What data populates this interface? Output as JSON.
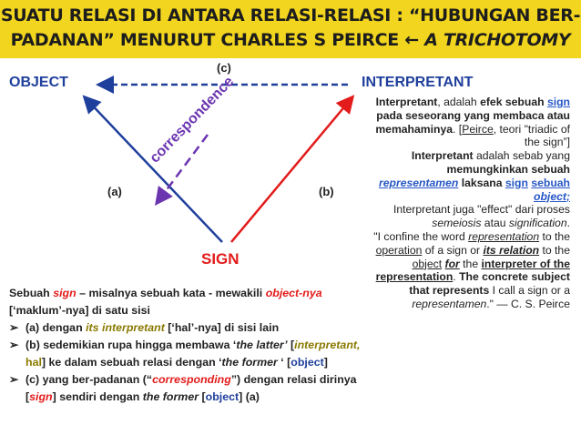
{
  "title": {
    "line1": "SUATU RELASI DI ANTARA RELASI-RELASI : “HUBUNGAN BER-",
    "line2_main": "PADANAN” MENURUT CHARLES S PEIRCE",
    "line2_arrow": "←",
    "line2_italic": "A TRICHOTOMY"
  },
  "diagram": {
    "object": "OBJECT",
    "interpretant": "INTERPRETANT",
    "sign": "SIGN",
    "label_c": "(c)",
    "label_a": "(a)",
    "label_b": "(b)",
    "dashes": "-------------------------",
    "correspondence": "correspondence",
    "colors": {
      "left_line": "#1f3f9c",
      "right_line": "#e31b1b",
      "correspondence": "#6b35b0"
    }
  },
  "right_text": {
    "p1": [
      "Interpretant",
      ", adalah ",
      "efek sebuah ",
      "sign",
      " pada seseorang yang membaca atau memahaminya",
      ".  [",
      "Peirce",
      ", teori \"triadic of the sign”]"
    ],
    "p2": [
      "Interpretant",
      " adalah sebab yang ",
      "memungkinkan sebuah ",
      "representamen",
      " laksana ",
      "sign",
      " ",
      "sebuah ",
      "object",
      ";"
    ],
    "p3": [
      "Interpretant juga \"effect\" dari proses ",
      "semeiosis",
      " atau ",
      "signification",
      "."
    ],
    "p4": [
      "\"I confine the word ",
      "representation",
      " to the ",
      "operation",
      " of a sign or ",
      "its relation",
      " to the ",
      "object",
      " ",
      "for",
      " the ",
      "interpreter of the representation",
      ". ",
      "The concrete subject that represents",
      " I call a sign or a ",
      "representamen",
      ".\" — C. S. Peirce"
    ]
  },
  "left_text": {
    "intro": [
      "Sebuah ",
      "sign",
      " – misalnya sebuah kata - mewakili ",
      "object-nya",
      " [‘maklum’-nya] di satu sisi"
    ],
    "bullet_a": [
      "(a) dengan ",
      "its interpretant",
      " [‘hal’-nya] di sisi lain"
    ],
    "bullet_b": [
      "(b) sedemikian rupa hingga membawa ‘",
      "the latter’",
      " [",
      "interpretant,",
      " ",
      "hal",
      "]  ke dalam sebuah relasi dengan ‘",
      "the former",
      " ‘ [",
      "object",
      "]"
    ],
    "bullet_c": [
      "(c) yang ber-padanan (“",
      "corresponding",
      "”) dengan relasi dirinya [",
      "sign",
      "] sendiri dengan ",
      "the former",
      " [",
      "object",
      "] (a)"
    ],
    "bullet_mark": "➢"
  }
}
